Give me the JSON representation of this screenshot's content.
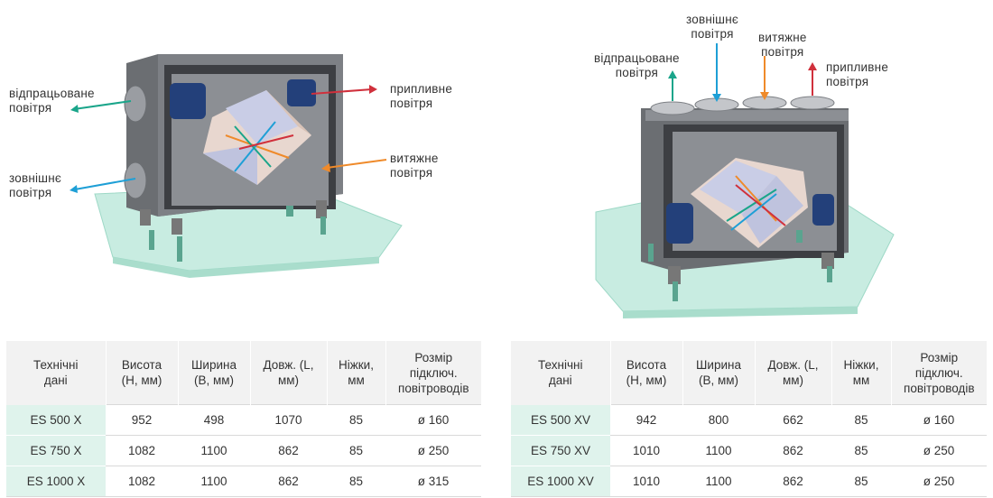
{
  "left_unit": {
    "labels": {
      "exhaust_out": "відпрацьоване\nповітря",
      "outdoor": "зовнішнє\nповітря",
      "supply": "припливне\nповітря",
      "extract": "витяжне\nповітря"
    }
  },
  "right_unit": {
    "labels": {
      "exhaust_out": "відпрацьоване\nповітря",
      "outdoor": "зовнішнє\nповітря",
      "extract": "витяжне\nповітря",
      "supply": "припливне\nповітря"
    }
  },
  "colors": {
    "supply": "#d0303c",
    "exhaust_out": "#1aa58a",
    "outdoor": "#1e9fd6",
    "extract": "#ef8a2a",
    "base_plate": "#bfe8dc",
    "model_cell": "#dff3ec",
    "header_cell": "#f2f2f2"
  },
  "table_left": {
    "headers": [
      "Технічні\nдані",
      "Висота\n(H, мм)",
      "Ширина\n(B, мм)",
      "Довж. (L,\nмм)",
      "Ніжки,\nмм",
      "Розмір\nпідключ.\nповітроводів"
    ],
    "rows": [
      [
        "ES 500 X",
        "952",
        "498",
        "1070",
        "85",
        "ø 160"
      ],
      [
        "ES 750 X",
        "1082",
        "1100",
        "862",
        "85",
        "ø 250"
      ],
      [
        "ES 1000 X",
        "1082",
        "1100",
        "862",
        "85",
        "ø 315"
      ]
    ]
  },
  "table_right": {
    "headers": [
      "Технічні\nдані",
      "Висота\n(H, мм)",
      "Ширина\n(B, мм)",
      "Довж. (L,\nмм)",
      "Ніжки,\nмм",
      "Розмір\nпідключ.\nповітроводів"
    ],
    "rows": [
      [
        "ES 500 XV",
        "942",
        "800",
        "662",
        "85",
        "ø 160"
      ],
      [
        "ES 750 XV",
        "1010",
        "1100",
        "862",
        "85",
        "ø 250"
      ],
      [
        "ES 1000 XV",
        "1010",
        "1100",
        "862",
        "85",
        "ø 250"
      ]
    ]
  }
}
